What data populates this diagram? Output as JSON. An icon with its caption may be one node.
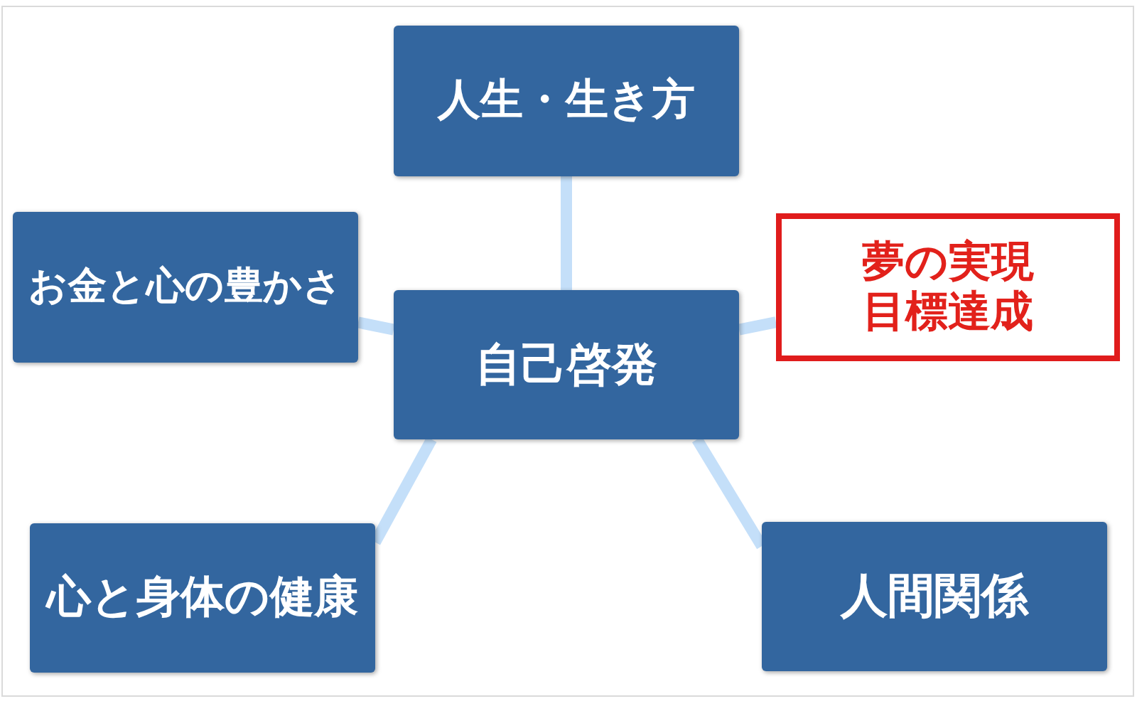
{
  "diagram": {
    "nodes": [
      {
        "text": [
          "人生・生き方"
        ]
      },
      {
        "text": [
          "お金と心の豊かさ"
        ]
      },
      {
        "text": [
          "夢の実現目標達成"
        ]
      },
      {
        "text": [
          "自己啓発"
        ]
      },
      {
        "text": [
          "心と身体の健康"
        ]
      },
      {
        "text": [
          "人間関係"
        ]
      }
    ],
    "edges": [
      {
        "from": 3,
        "to": 0,
        "arrow": "none"
      },
      {
        "from": 3,
        "to": 1,
        "arrow": "none"
      },
      {
        "from": 3,
        "to": 2,
        "arrow": "none"
      },
      {
        "from": 3,
        "to": 4,
        "arrow": "none"
      },
      {
        "from": 3,
        "to": 5,
        "arrow": "none"
      }
    ]
  }
}
